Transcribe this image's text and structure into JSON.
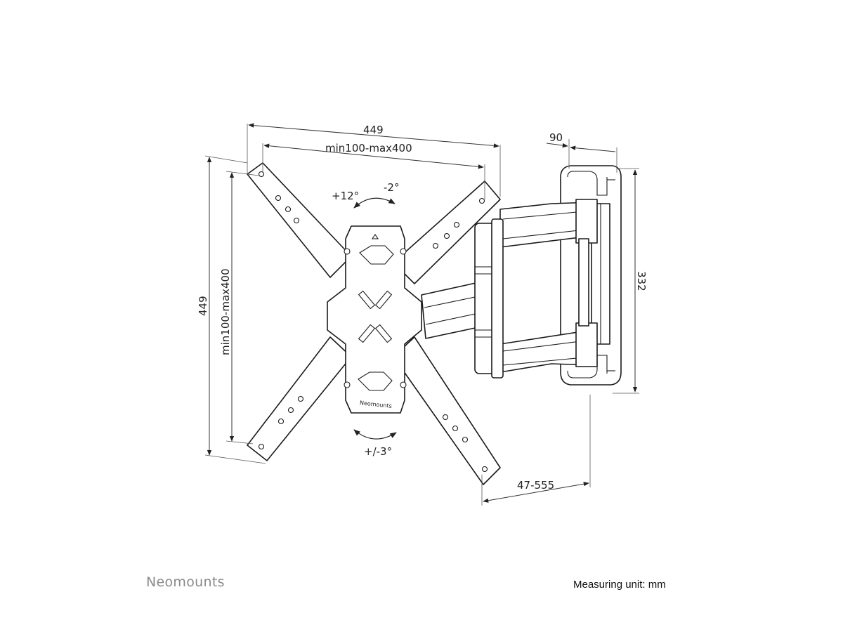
{
  "dimensions": {
    "overall_width": "449",
    "vesa_width": "min100-max400",
    "overall_height": "449",
    "vesa_height": "min100-max400",
    "wall_plate_depth": "90",
    "wall_plate_height": "332",
    "arm_extension": "47-555"
  },
  "angles": {
    "tilt_up": "+12°",
    "tilt_down": "-2°",
    "rotation": "+/-3°"
  },
  "plate_brand": "Neomounts",
  "footer": {
    "brand": "Neomounts",
    "measuring_unit": "Measuring unit: mm"
  }
}
